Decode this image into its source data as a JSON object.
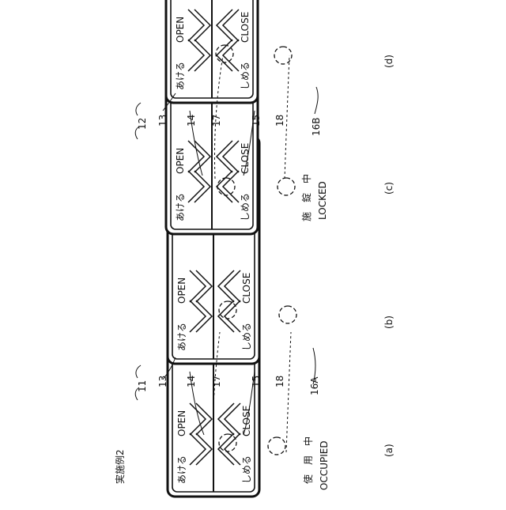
{
  "figure": {
    "embodiment": "実施例2",
    "group_labels": {
      "g11": "11",
      "g12": "12"
    },
    "refs": {
      "r13": "13",
      "r14": "14",
      "r15": "15",
      "r17": "17",
      "r18": "18",
      "r16A": "16A",
      "r16B": "16B"
    },
    "panels": [
      {
        "caption": "(a)",
        "jp_open": "あける",
        "en_open": "OPEN",
        "jp_close": "しめる",
        "en_close": "CLOSE",
        "status_jp": "使　用　中",
        "status_en": "OCCUPIED"
      },
      {
        "caption": "(b)",
        "jp_open": "あける",
        "en_open": "OPEN",
        "jp_close": "しめる",
        "en_close": "CLOSE",
        "status_jp": "",
        "status_en": ""
      },
      {
        "caption": "(c)",
        "jp_open": "あける",
        "en_open": "OPEN",
        "jp_close": "しめる",
        "en_close": "CLOSE",
        "status_jp": "施　錠　中",
        "status_en": "LOCKED"
      },
      {
        "caption": "(d)",
        "jp_open": "あける",
        "en_open": "OPEN",
        "jp_close": "しめる",
        "en_close": "CLOSE",
        "status_jp": "",
        "status_en": ""
      }
    ]
  }
}
